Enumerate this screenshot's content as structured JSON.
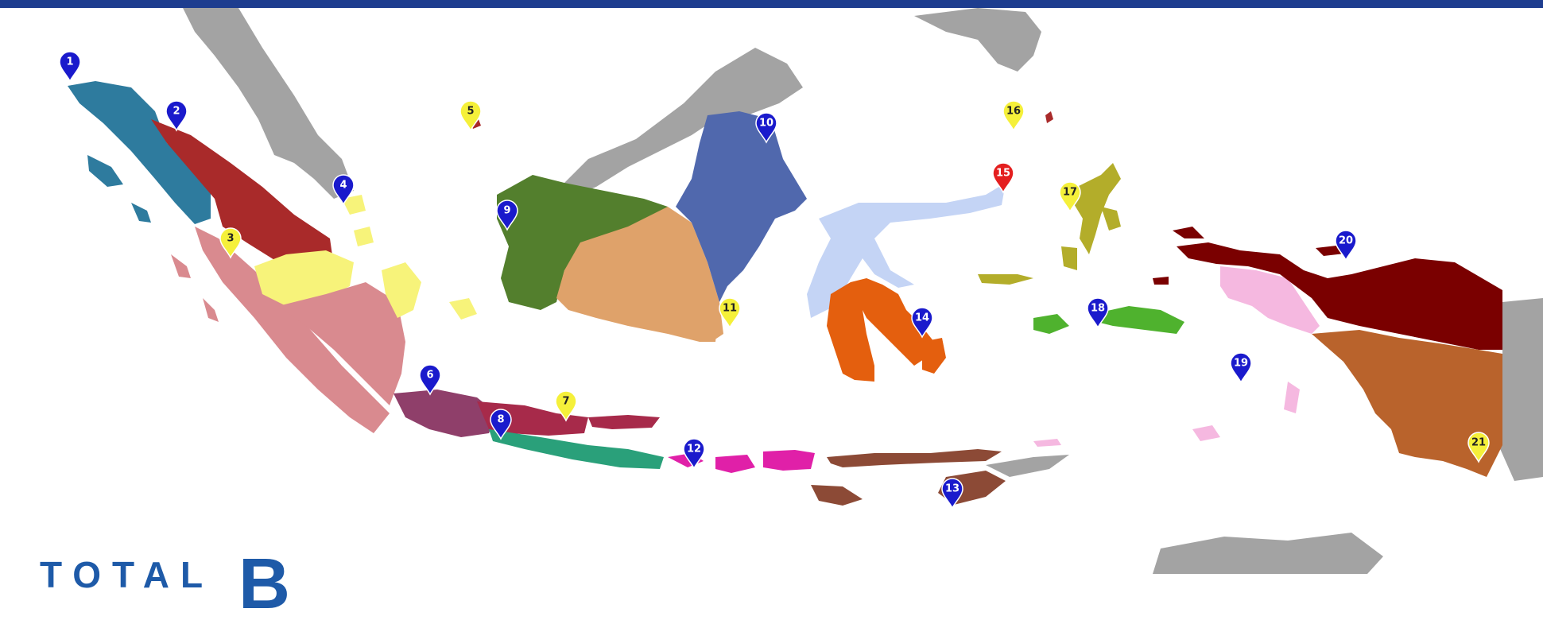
{
  "bottom_text": "TOTAL",
  "bottom_big": "B",
  "colors": {
    "header": "#1e3d8f",
    "marker_blue": "#1a1acc",
    "marker_yellow": "#f5f03a",
    "marker_red": "#e41f1f",
    "neighbors": "#a3a3a3"
  },
  "markers": [
    {
      "label": "1",
      "color": "blue"
    },
    {
      "label": "2",
      "color": "blue"
    },
    {
      "label": "3",
      "color": "yellow"
    },
    {
      "label": "4",
      "color": "blue"
    },
    {
      "label": "5",
      "color": "yellow"
    },
    {
      "label": "6",
      "color": "blue"
    },
    {
      "label": "7",
      "color": "yellow"
    },
    {
      "label": "8",
      "color": "blue"
    },
    {
      "label": "9",
      "color": "blue"
    },
    {
      "label": "10",
      "color": "blue"
    },
    {
      "label": "11",
      "color": "yellow"
    },
    {
      "label": "12",
      "color": "blue"
    },
    {
      "label": "13",
      "color": "blue"
    },
    {
      "label": "14",
      "color": "blue"
    },
    {
      "label": "15",
      "color": "red"
    },
    {
      "label": "16",
      "color": "yellow"
    },
    {
      "label": "17",
      "color": "yellow"
    },
    {
      "label": "18",
      "color": "blue"
    },
    {
      "label": "19",
      "color": "blue"
    },
    {
      "label": "20",
      "color": "blue"
    },
    {
      "label": "21",
      "color": "yellow"
    }
  ]
}
